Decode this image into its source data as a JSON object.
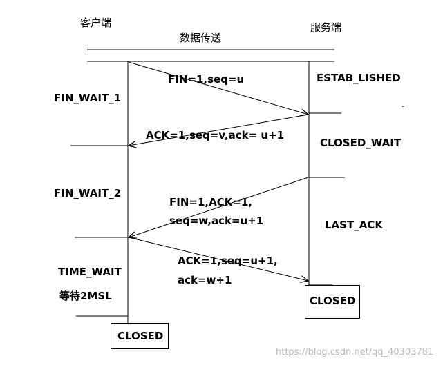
{
  "participants": {
    "client": "客户端",
    "server": "服务端"
  },
  "header": {
    "transfer": "数据传送"
  },
  "messages": [
    {
      "lines": [
        "FIN=1,seq=u"
      ],
      "from": "client",
      "to": "server"
    },
    {
      "lines": [
        "ACK=1,seq=v,ack= u+1"
      ],
      "from": "server",
      "to": "client"
    },
    {
      "lines": [
        "FIN=1,ACK=1,",
        "seq=w,ack=u+1"
      ],
      "from": "server",
      "to": "client"
    },
    {
      "lines": [
        "ACK=1,seq=u+1,",
        "ack=w+1"
      ],
      "from": "client",
      "to": "server"
    }
  ],
  "client_states": [
    "FIN_WAIT_1",
    "FIN_WAIT_2",
    "TIME_WAIT",
    "等待2MSL",
    "CLOSED"
  ],
  "server_states": [
    "ESTAB_LISHED",
    "CLOSED_WAIT",
    "LAST_ACK",
    "CLOSED"
  ],
  "watermark": "https://blog.csdn.net/qq_40303781"
}
